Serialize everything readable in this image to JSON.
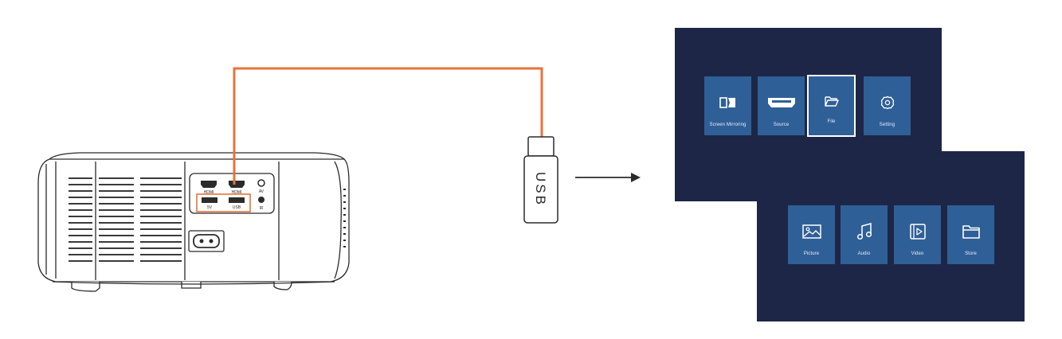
{
  "projector": {
    "port_labels": {
      "hdmi1": "HDMI",
      "hdmi2": "HDMI",
      "usb1": "5V",
      "usb2": "USB",
      "av": "AV",
      "ir": "IR"
    }
  },
  "usb_stick": {
    "label": "USB"
  },
  "colors": {
    "cable": "#e8733a",
    "screen_bg": "#1d2647",
    "tile_bg": "#2f5f97",
    "outline": "#2b2b2b"
  },
  "main_menu": {
    "tiles": [
      {
        "label": "Screen Mirroring",
        "icon": "screen-mirroring-icon"
      },
      {
        "label": "Source",
        "icon": "hdmi-source-icon"
      },
      {
        "label": "File",
        "icon": "folder-open-icon",
        "selected": true
      },
      {
        "label": "Setting",
        "icon": "gear-icon"
      }
    ]
  },
  "file_menu": {
    "tiles": [
      {
        "label": "Picture",
        "icon": "picture-icon"
      },
      {
        "label": "Audio",
        "icon": "music-note-icon"
      },
      {
        "label": "Video",
        "icon": "video-icon"
      },
      {
        "label": "Store",
        "icon": "folder-icon"
      }
    ]
  }
}
